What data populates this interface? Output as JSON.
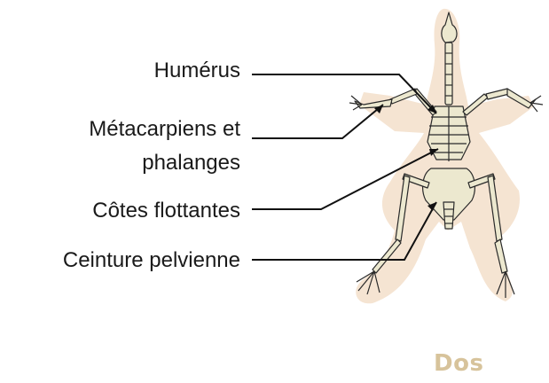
{
  "labels": {
    "humerus": "Humérus",
    "metacarpiens_line1": "Métacarpiens et",
    "metacarpiens_line2": "phalanges",
    "cotes_flottantes": "Côtes flottantes",
    "ceinture_pelvienne": "Ceinture pelvienne"
  },
  "view_caption": "Dos",
  "colors": {
    "outline_halo": "#f5e4d2",
    "bone_fill": "#ece8cf",
    "bone_stroke": "#2a2a2a",
    "leader_line": "#111111",
    "caption": "#d7c39b",
    "label_text": "#1a1a1a"
  }
}
